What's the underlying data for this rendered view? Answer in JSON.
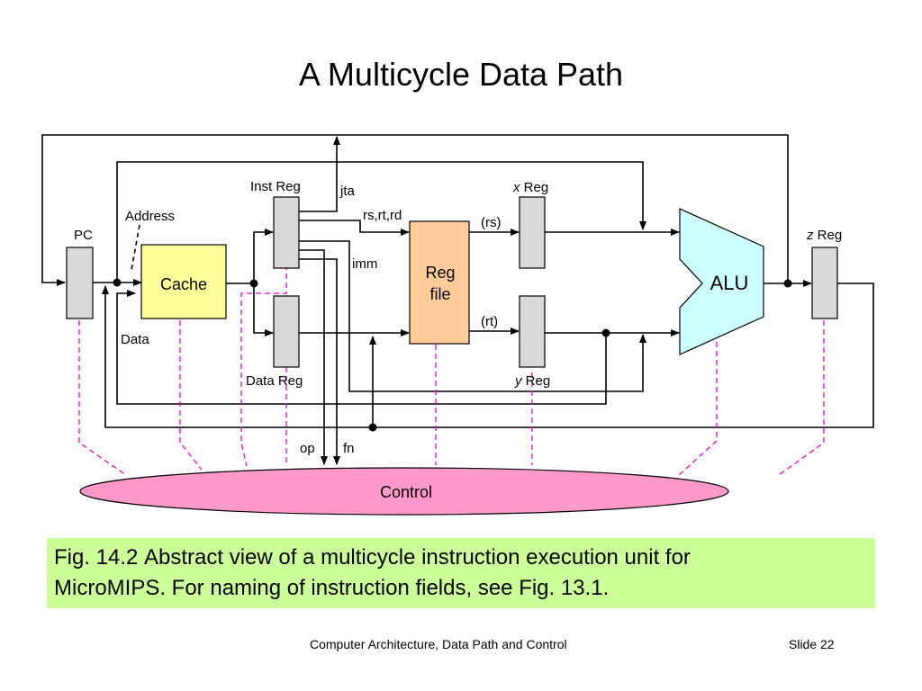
{
  "title": "A Multicycle Data Path",
  "labels": {
    "pc": "PC",
    "address": "Address",
    "cache": "Cache",
    "data": "Data",
    "inst_reg": "Inst Reg",
    "data_reg": "Data Reg",
    "jta": "jta",
    "rs_rt_rd": "rs,rt,rd",
    "imm": "imm",
    "reg_file_line1": "Reg",
    "reg_file_line2": "file",
    "rs": "(rs)",
    "rt": "(rt)",
    "x_reg_var": "x",
    "x_reg_word": "Reg",
    "y_reg_var": "y",
    "y_reg_word": "Reg",
    "z_reg_var": "z",
    "z_reg_word": "Reg",
    "alu": "ALU",
    "op": "op",
    "fn": "fn",
    "control": "Control"
  },
  "caption": {
    "figure": "Fig. 14.2",
    "text_line1": "Abstract view of a multicycle instruction execution unit for",
    "text_line2": "MicroMIPS. For naming of instruction fields, see Fig. 13.1."
  },
  "footer": {
    "course": "Computer Architecture, Data Path and Control",
    "slide": "Slide 22"
  },
  "colors": {
    "register_fill": "#d9d9d9",
    "cache_fill": "#ffff99",
    "reg_file_fill": "#ffcc99",
    "alu_fill": "#ccffff",
    "control_fill": "#ff99cc",
    "control_line": "#ff00cc",
    "caption_fill": "#ccff99"
  }
}
